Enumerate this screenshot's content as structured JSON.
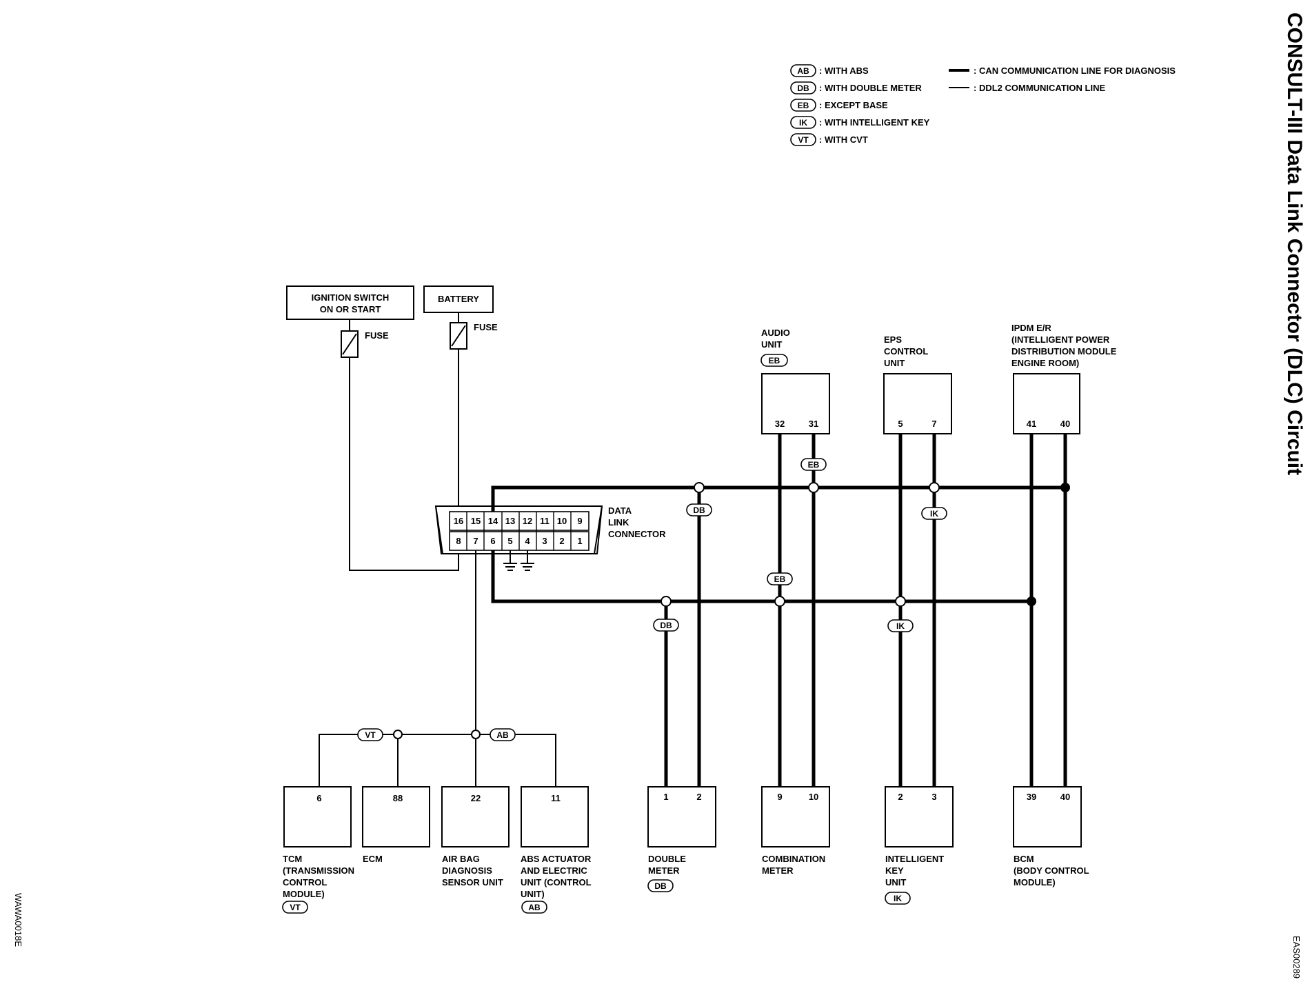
{
  "title": "CONSULT-III Data Link Connector (DLC) Circuit",
  "code_left": "WAWA0018E",
  "code_right": "EAS00289",
  "legend": {
    "abbr": [
      {
        "tag": "AB",
        "text": ": WITH ABS"
      },
      {
        "tag": "DB",
        "text": ": WITH DOUBLE METER"
      },
      {
        "tag": "EB",
        "text": ": EXCEPT BASE"
      },
      {
        "tag": "IK",
        "text": ": WITH INTELLIGENT KEY"
      },
      {
        "tag": "VT",
        "text": ": WITH CVT"
      }
    ],
    "lines": [
      {
        "text": ": CAN COMMUNICATION LINE FOR DIAGNOSIS"
      },
      {
        "text": ": DDL2 COMMUNICATION LINE"
      }
    ]
  },
  "power": {
    "ignition": [
      "IGNITION SWITCH",
      "ON OR START"
    ],
    "battery": "BATTERY",
    "fuse": "FUSE"
  },
  "dlc": {
    "label": [
      "DATA",
      "LINK",
      "CONNECTOR"
    ],
    "top_pins": [
      "16",
      "15",
      "14",
      "13",
      "12",
      "11",
      "10",
      "9"
    ],
    "bottom_pins": [
      "8",
      "7",
      "6",
      "5",
      "4",
      "3",
      "2",
      "1"
    ]
  },
  "top_units": {
    "audio": {
      "label": [
        "AUDIO",
        "UNIT"
      ],
      "tag": "EB",
      "pins": [
        "32",
        "31"
      ]
    },
    "eps": {
      "label": [
        "EPS",
        "CONTROL",
        "UNIT"
      ],
      "pins": [
        "5",
        "7"
      ]
    },
    "ipdm": {
      "label": [
        "IPDM E/R",
        "(INTELLIGENT POWER",
        "DISTRIBUTION MODULE",
        "ENGINE ROOM)"
      ],
      "pins": [
        "41",
        "40"
      ]
    }
  },
  "line_tags": {
    "audio_31": "EB",
    "can_h_double": "DB",
    "can_h_eps": "IK",
    "can_l_combo": "EB",
    "can_l_double": "DB",
    "can_l_ik": "IK",
    "ddl_tcm": "VT",
    "ddl_abs": "AB"
  },
  "bottom_units": {
    "tcm": {
      "pin": "6",
      "label": [
        "TCM",
        "(TRANSMISSION",
        "CONTROL",
        "MODULE)"
      ],
      "tag": "VT"
    },
    "ecm": {
      "pin": "88",
      "label": [
        "ECM"
      ]
    },
    "airbag": {
      "pin": "22",
      "label": [
        "AIR BAG",
        "DIAGNOSIS",
        "SENSOR UNIT"
      ]
    },
    "abs": {
      "pin": "11",
      "label": [
        "ABS ACTUATOR",
        "AND ELECTRIC",
        "UNIT (CONTROL",
        "UNIT)"
      ],
      "tag": "AB"
    },
    "double_meter": {
      "pins": [
        "1",
        "2"
      ],
      "label": [
        "DOUBLE",
        "METER"
      ],
      "tag": "DB"
    },
    "combination_meter": {
      "pins": [
        "9",
        "10"
      ],
      "label": [
        "COMBINATION",
        "METER"
      ]
    },
    "intelligent_key": {
      "pins": [
        "2",
        "3"
      ],
      "label": [
        "INTELLIGENT",
        "KEY",
        "UNIT"
      ],
      "tag": "IK"
    },
    "bcm": {
      "pins": [
        "39",
        "40"
      ],
      "label": [
        "BCM",
        "(BODY CONTROL",
        "MODULE)"
      ]
    }
  }
}
